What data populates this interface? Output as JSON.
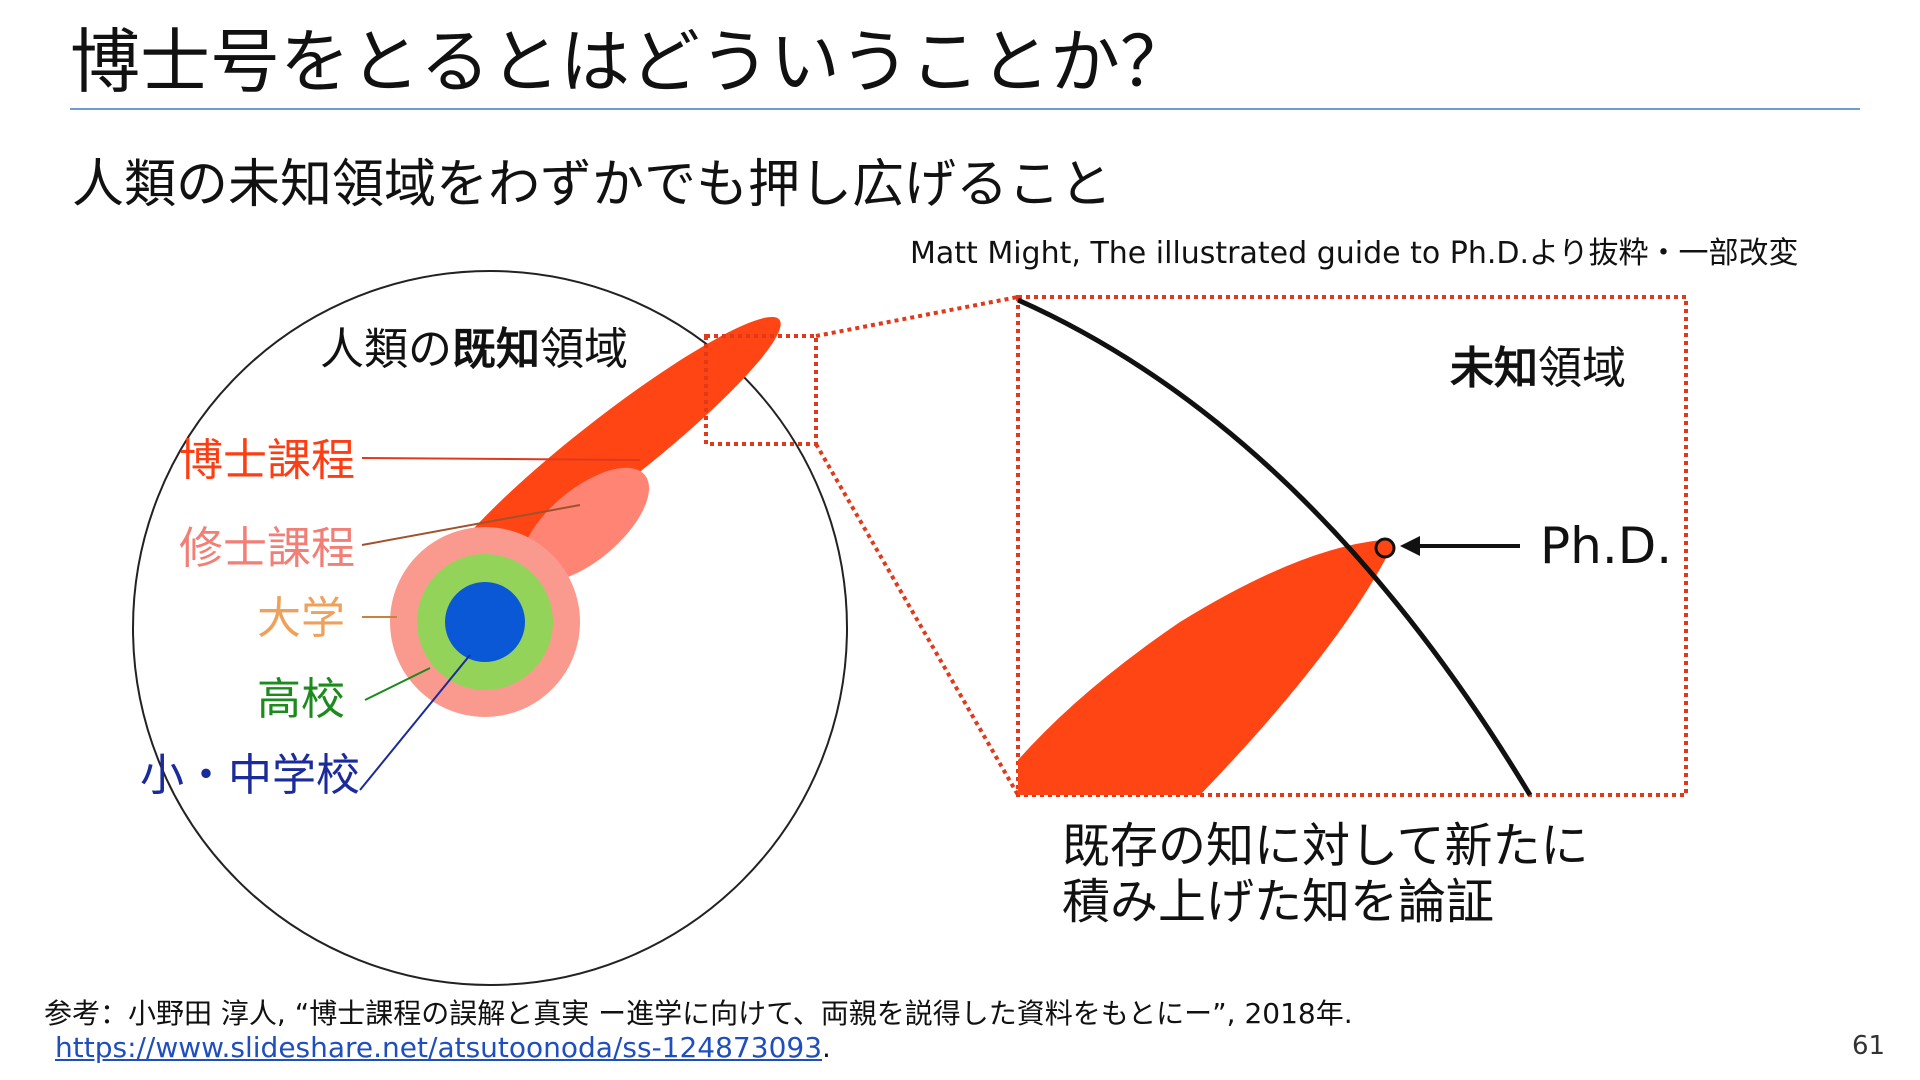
{
  "slide": {
    "title": "博士号をとるとはどういうことか？",
    "subtitle": "人類の未知領域をわずかでも押し広げること",
    "credit": "Matt Might, The illustrated guide to Ph.D.より抜粋・一部改変",
    "page_number": "61"
  },
  "figure": {
    "circle_label_prefix": "人類の",
    "circle_label_bold": "既知",
    "circle_label_suffix": "領域",
    "levels": [
      {
        "label": "博士課程",
        "color": "#ff3d12"
      },
      {
        "label": "修士課程",
        "color": "#f27e76"
      },
      {
        "label": "大学",
        "color": "#eea15a"
      },
      {
        "label": "高校",
        "color": "#1c8a1c"
      },
      {
        "label": "小・中学校",
        "color": "#1b2b9a"
      }
    ],
    "unknown_label_bold": "未知",
    "unknown_label_suffix": "領域",
    "phd_label": "Ph.D.",
    "caption_line1": "既存の知に対して新たに",
    "caption_line2": "積み上げた知を論証",
    "colors": {
      "phd_fill": "#ff4513",
      "masters_fill": "#ff8474",
      "outer_ring": "#fa9a8e",
      "green_ring": "#93d35a",
      "blue_core": "#0a58d6",
      "zoom_box": "#e0391c"
    }
  },
  "reference": {
    "text": "参考：小野田 淳人, “博士課程の誤解と真実 ー進学に向けて、両親を説得した資料をもとにー”, 2018年.",
    "url": "https://www.slideshare.net/atsutoonoda/ss-124873093",
    "url_suffix": "."
  }
}
